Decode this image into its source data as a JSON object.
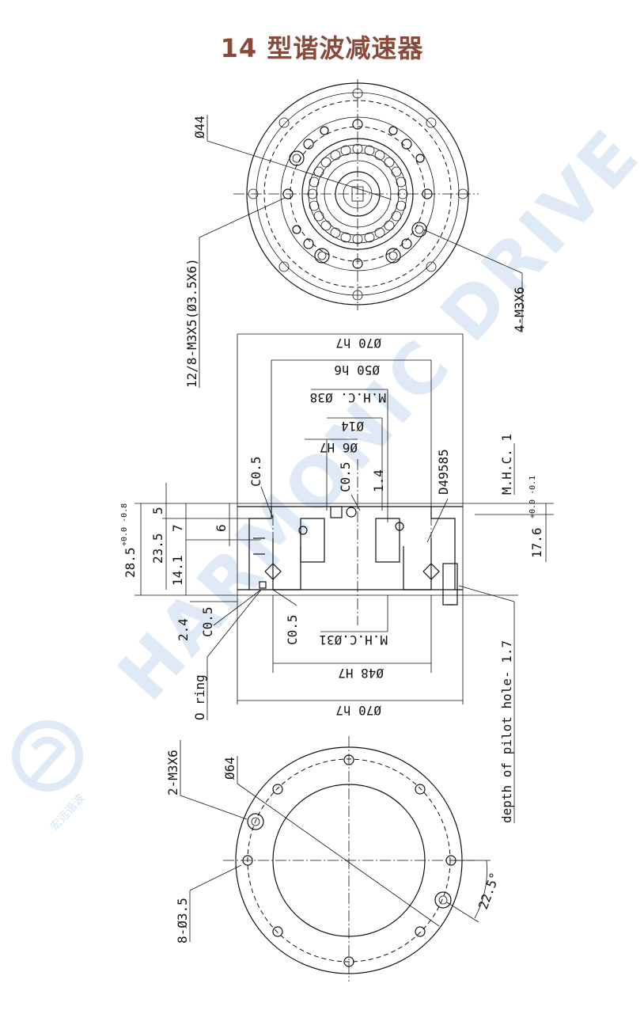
{
  "title": "14 型谐波减速器",
  "colors": {
    "title": "#8a4a3a",
    "line": "#111111",
    "watermark": "#dfeaf6"
  },
  "watermark": {
    "text": "HARMONIC DRIVE",
    "logo_text": "宏远谐波"
  },
  "top_view": {
    "labels": {
      "dia44": "Ø44",
      "tapped_holes": "12/8-M3X5(Ø3.5X6)",
      "m3x6": "4-M3X6"
    }
  },
  "section_view": {
    "dims": {
      "d70_top": "Ø70 h7",
      "d50": "Ø50 h6",
      "mhc38": "M.H.C. Ø38",
      "d14": "Ø14",
      "d6": "Ø6 H7",
      "c05_a": "C0.5",
      "c05_b": "C0.5",
      "c05_c": "C0.5",
      "c05_d": "C0.5",
      "v14": "1.4",
      "part": "D49585",
      "mhc1": "M.H.C. 1",
      "h5": "5",
      "h7": "7",
      "h6": "6",
      "h285": "28.5",
      "h285_tol": "+0.0 -0.8",
      "h235": "23.5",
      "h141": "14.1",
      "h176": "17.6",
      "h176_tol": "+0.0 -0.1",
      "h24": "2.4",
      "mhc31": "M.H.C.Ø31",
      "d48": "Ø48 H7",
      "d70_bot": "Ø70 h7",
      "oring": "O ring",
      "pilot": "depth of pilot hole- 1.7"
    }
  },
  "bottom_view": {
    "labels": {
      "m3x6_2": "2-M3X6",
      "dia64": "Ø64",
      "holes8": "8-Ø3.5",
      "angle": "22.5°"
    }
  }
}
